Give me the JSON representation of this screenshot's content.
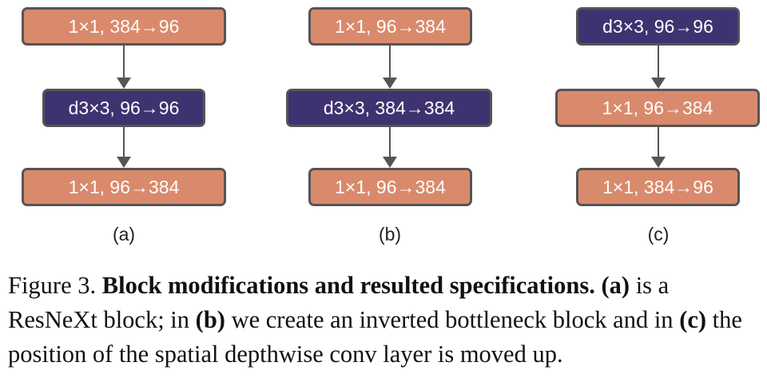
{
  "panels": [
    {
      "label": "(a)",
      "blocks": [
        {
          "text": "1×1, 384→96",
          "kind": "pointwise"
        },
        {
          "text": "d3×3, 96→96",
          "kind": "depthwise"
        },
        {
          "text": "1×1, 96→384",
          "kind": "pointwise"
        }
      ]
    },
    {
      "label": "(b)",
      "blocks": [
        {
          "text": "1×1, 96→384",
          "kind": "pointwise"
        },
        {
          "text": "d3×3, 384→384",
          "kind": "depthwise"
        },
        {
          "text": "1×1, 96→384",
          "kind": "pointwise"
        }
      ]
    },
    {
      "label": "(c)",
      "blocks": [
        {
          "text": "d3×3, 96→96",
          "kind": "depthwise"
        },
        {
          "text": "1×1, 96→384",
          "kind": "pointwise"
        },
        {
          "text": "1×1, 384→96",
          "kind": "pointwise"
        }
      ]
    }
  ],
  "caption": {
    "figure_label": "Figure 3.",
    "title": "Block modifications and resulted specifications.",
    "a_label": "(a)",
    "a_text": "is a ResNeXt block; in",
    "b_label": "(b)",
    "b_text": "we create an inverted bottleneck block and in",
    "c_label": "(c)",
    "c_text": "the position of the spatial depthwise conv layer is moved up."
  },
  "colors": {
    "pointwise_fill": "#d98a6c",
    "depthwise_fill": "#3f3270",
    "border": "#555555"
  }
}
